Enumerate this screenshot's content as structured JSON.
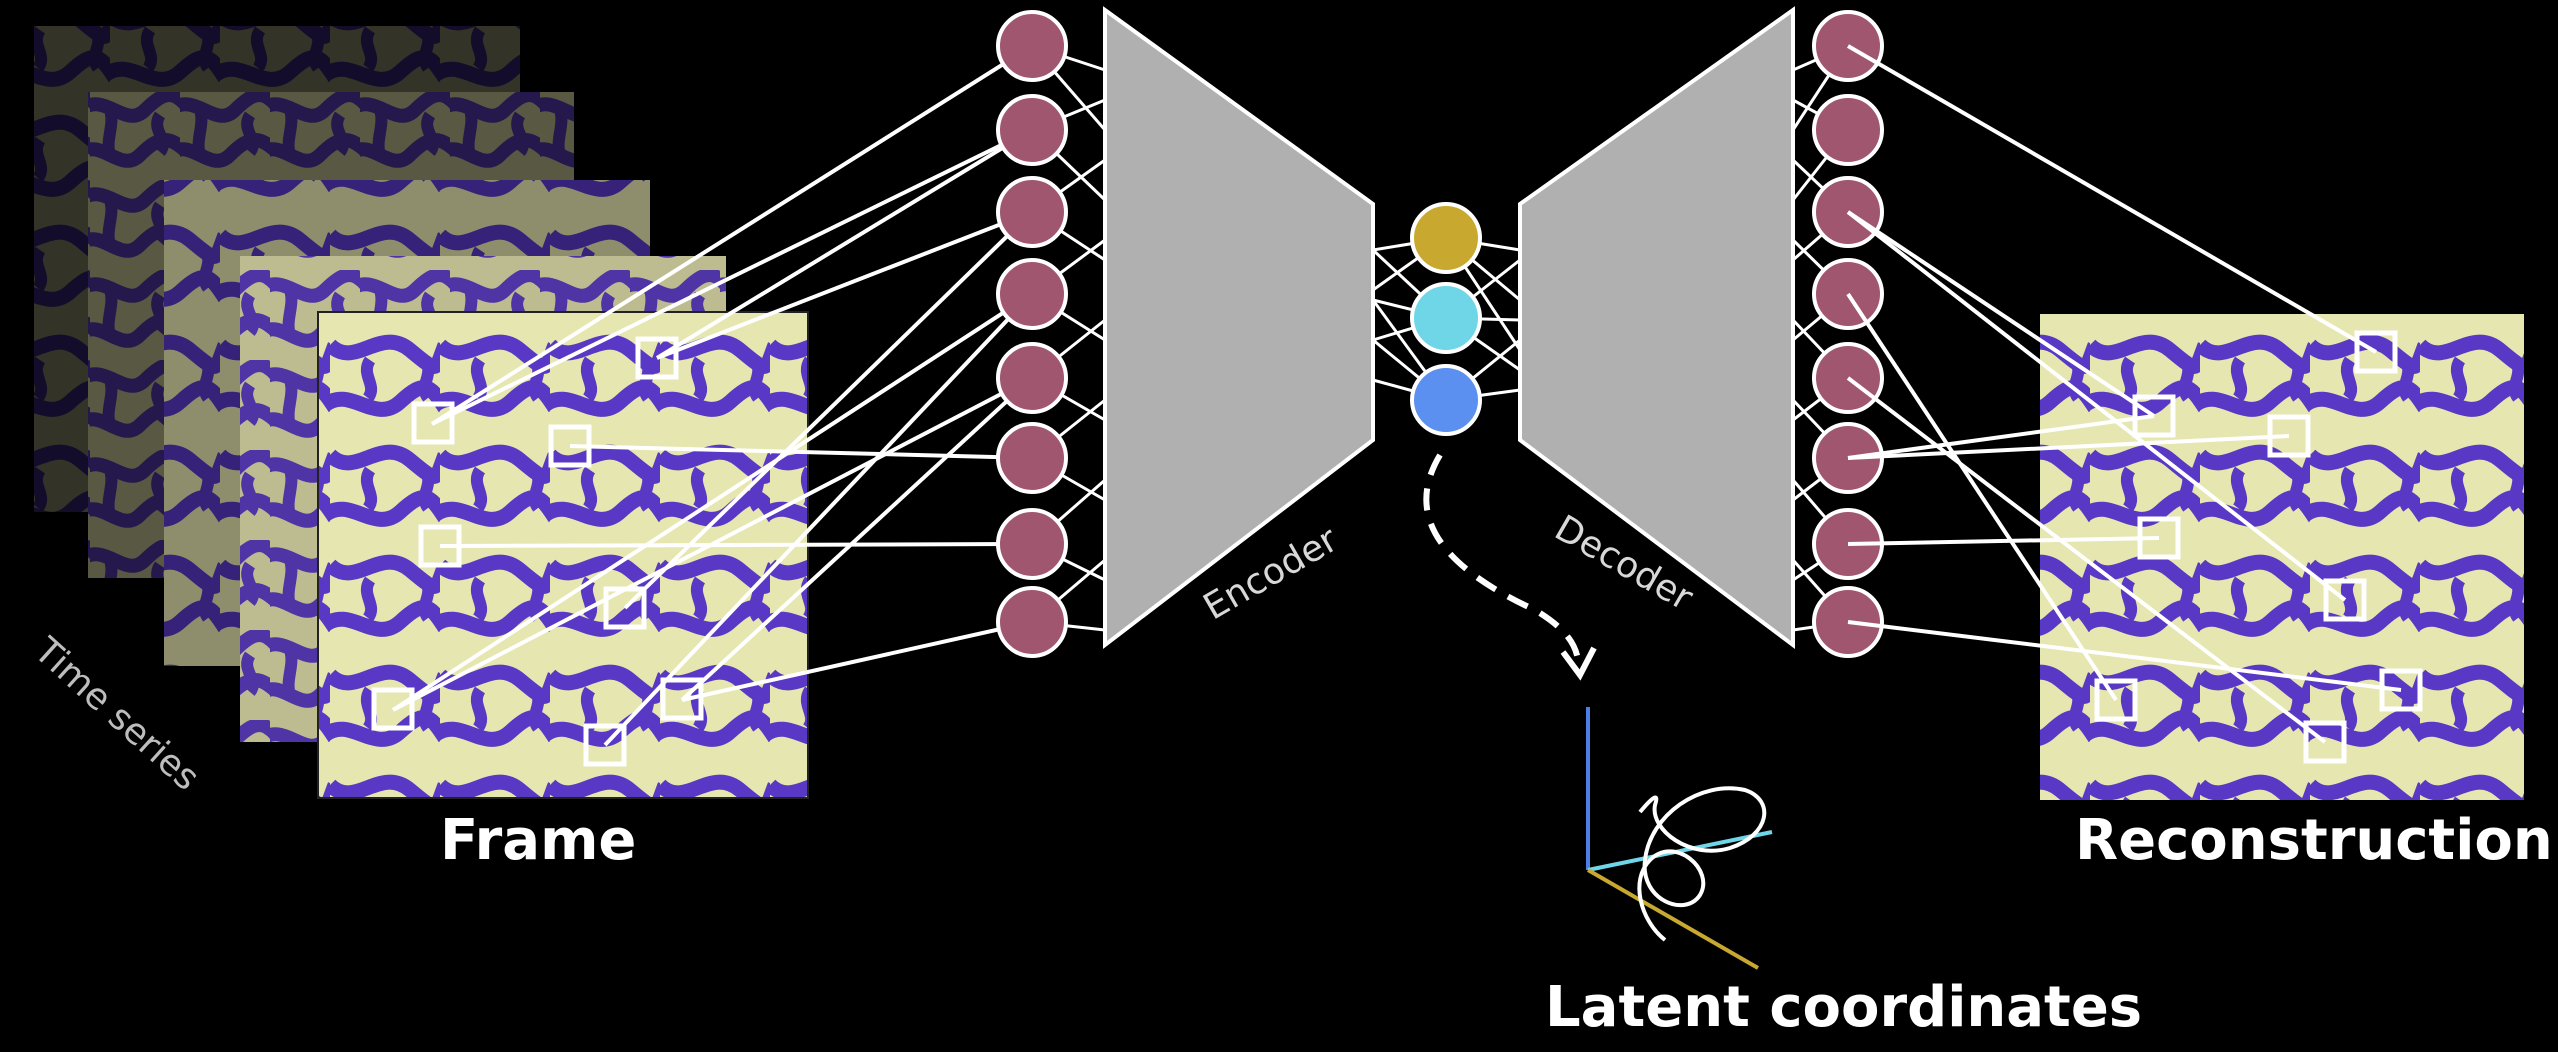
{
  "labels": {
    "frame": "Frame",
    "reconstruction": "Reconstruction",
    "latent": "Latent coordinates",
    "time_series": "Time series",
    "encoder": "Encoder",
    "decoder": "Decoder"
  },
  "colors": {
    "background": "#000000",
    "node_fill": "#a0566e",
    "node_stroke": "#ffffff",
    "trapezoid": "#b0b0b0",
    "latent_node_1": "#c9a830",
    "latent_node_2": "#6fd6e8",
    "latent_node_3": "#5b8ff0",
    "pattern_purple": "#6040c8",
    "pattern_cream": "#e6e6b0",
    "axis_blue": "#4a7fe8",
    "axis_cyan": "#6fd6e8",
    "axis_yellow": "#c9a830"
  },
  "encoder_input_nodes": 8,
  "decoder_output_nodes": 8,
  "latent_nodes": 3,
  "time_series_frames": 5
}
